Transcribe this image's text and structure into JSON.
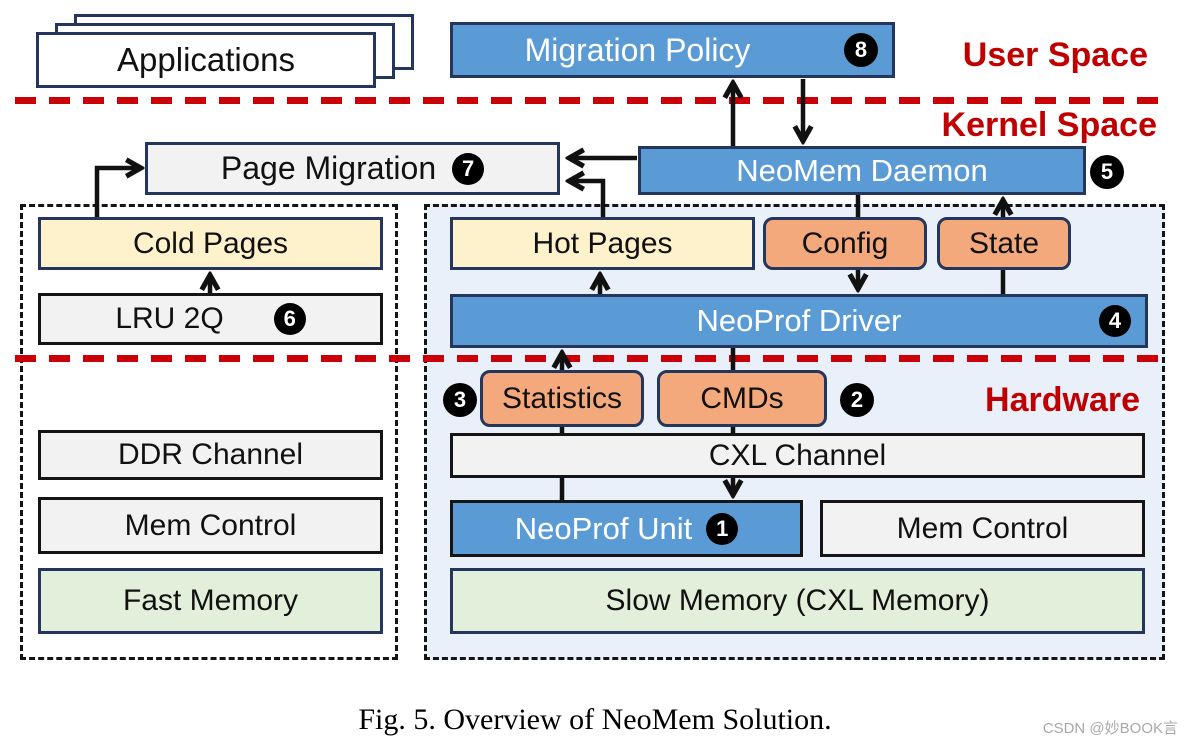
{
  "region_labels": {
    "user_space": "User Space",
    "kernel_space": "Kernel Space",
    "hardware": "Hardware"
  },
  "nodes": {
    "applications": {
      "label": "Applications"
    },
    "migration_policy": {
      "label": "Migration Policy",
      "badge": "8"
    },
    "page_migration": {
      "label": "Page Migration",
      "badge": "7"
    },
    "neomem_daemon": {
      "label": "NeoMem Daemon",
      "badge": "5"
    },
    "cold_pages": {
      "label": "Cold Pages"
    },
    "lru_2q": {
      "label": "LRU 2Q",
      "badge": "6"
    },
    "hot_pages": {
      "label": "Hot Pages"
    },
    "config": {
      "label": "Config"
    },
    "state": {
      "label": "State"
    },
    "neoprof_driver": {
      "label": "NeoProf Driver",
      "badge": "4"
    },
    "statistics": {
      "label": "Statistics",
      "badge": "3"
    },
    "cmds": {
      "label": "CMDs",
      "badge": "2"
    },
    "ddr_channel": {
      "label": "DDR Channel"
    },
    "cxl_channel": {
      "label": "CXL Channel"
    },
    "mem_control_left": {
      "label": "Mem Control"
    },
    "mem_control_right": {
      "label": "Mem Control"
    },
    "neoprof_unit": {
      "label": "NeoProf Unit",
      "badge": "1"
    },
    "fast_memory": {
      "label": "Fast Memory"
    },
    "slow_memory": {
      "label": "Slow Memory (CXL Memory)"
    }
  },
  "colors": {
    "blue_fill": "#5b9bd5",
    "orange_fill": "#f4a97c",
    "yellow_fill": "#fef2cc",
    "green_fill": "#e2efda",
    "gray_fill": "#f2f2f2",
    "navy_border": "#24365e",
    "red_label": "#c00000",
    "red_dashed_line": "#c90008",
    "right_region_bg": "#e9f0fa"
  },
  "caption": "Fig. 5.  Overview of NeoMem Solution.",
  "watermark": "CSDN @妙BOOK言"
}
